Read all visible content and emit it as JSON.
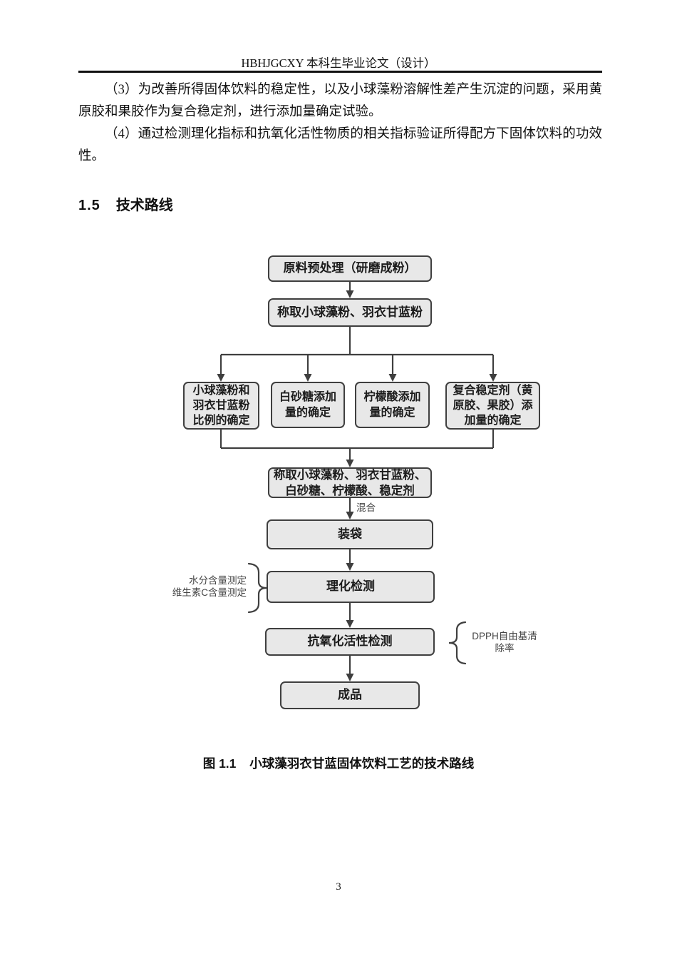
{
  "header": {
    "running_title": "HBHJGCXY 本科生毕业论文（设计）"
  },
  "body": {
    "para3": "（3）为改善所得固体饮料的稳定性，以及小球藻粉溶解性差产生沉淀的问题，采用黄原胶和果胶作为复合稳定剂，进行添加量确定试验。",
    "para4": "（4）通过检测理化指标和抗氧化活性物质的相关指标验证所得配方下固体饮料的功效性。"
  },
  "section": {
    "number": "1.5",
    "title": "技术路线"
  },
  "flowchart": {
    "pretreatment": "原料预处理（研磨成粉）",
    "weigh_raw": "称取小球藻粉、羽衣甘蓝粉",
    "ratio_box": "小球藻粉和\n羽衣甘蓝粉\n比例的确定",
    "sugar_box": "白砂糖添加\n量的确定",
    "citric_box": "柠檬酸添加\n量的确定",
    "stabilizer_box": "复合稳定剂（黄\n原胶、果胶）添\n加量的确定",
    "weigh_all": "称取小球藻粉、羽衣甘蓝粉、\n白砂糖、柠檬酸、稳定剂",
    "bagging": "装袋",
    "physchem_test": "理化检测",
    "antioxidant_test": "抗氧化活性检测",
    "final_product": "成品",
    "mix_label": "混合",
    "physchem_note": "水分含量测定\n维生素C含量测定",
    "antioxidant_note": "DPPH自由基清\n除率"
  },
  "caption": {
    "figure_label": "图 1.1",
    "text": "小球藻羽衣甘蓝固体饮料工艺的技术路线"
  },
  "footer": {
    "page_number": "3"
  },
  "colors": {
    "box_fill": "#e8e8e8",
    "box_border": "#3f3f3f",
    "connector": "#3f3f3f",
    "note_text": "#444444",
    "text": "#111111"
  }
}
